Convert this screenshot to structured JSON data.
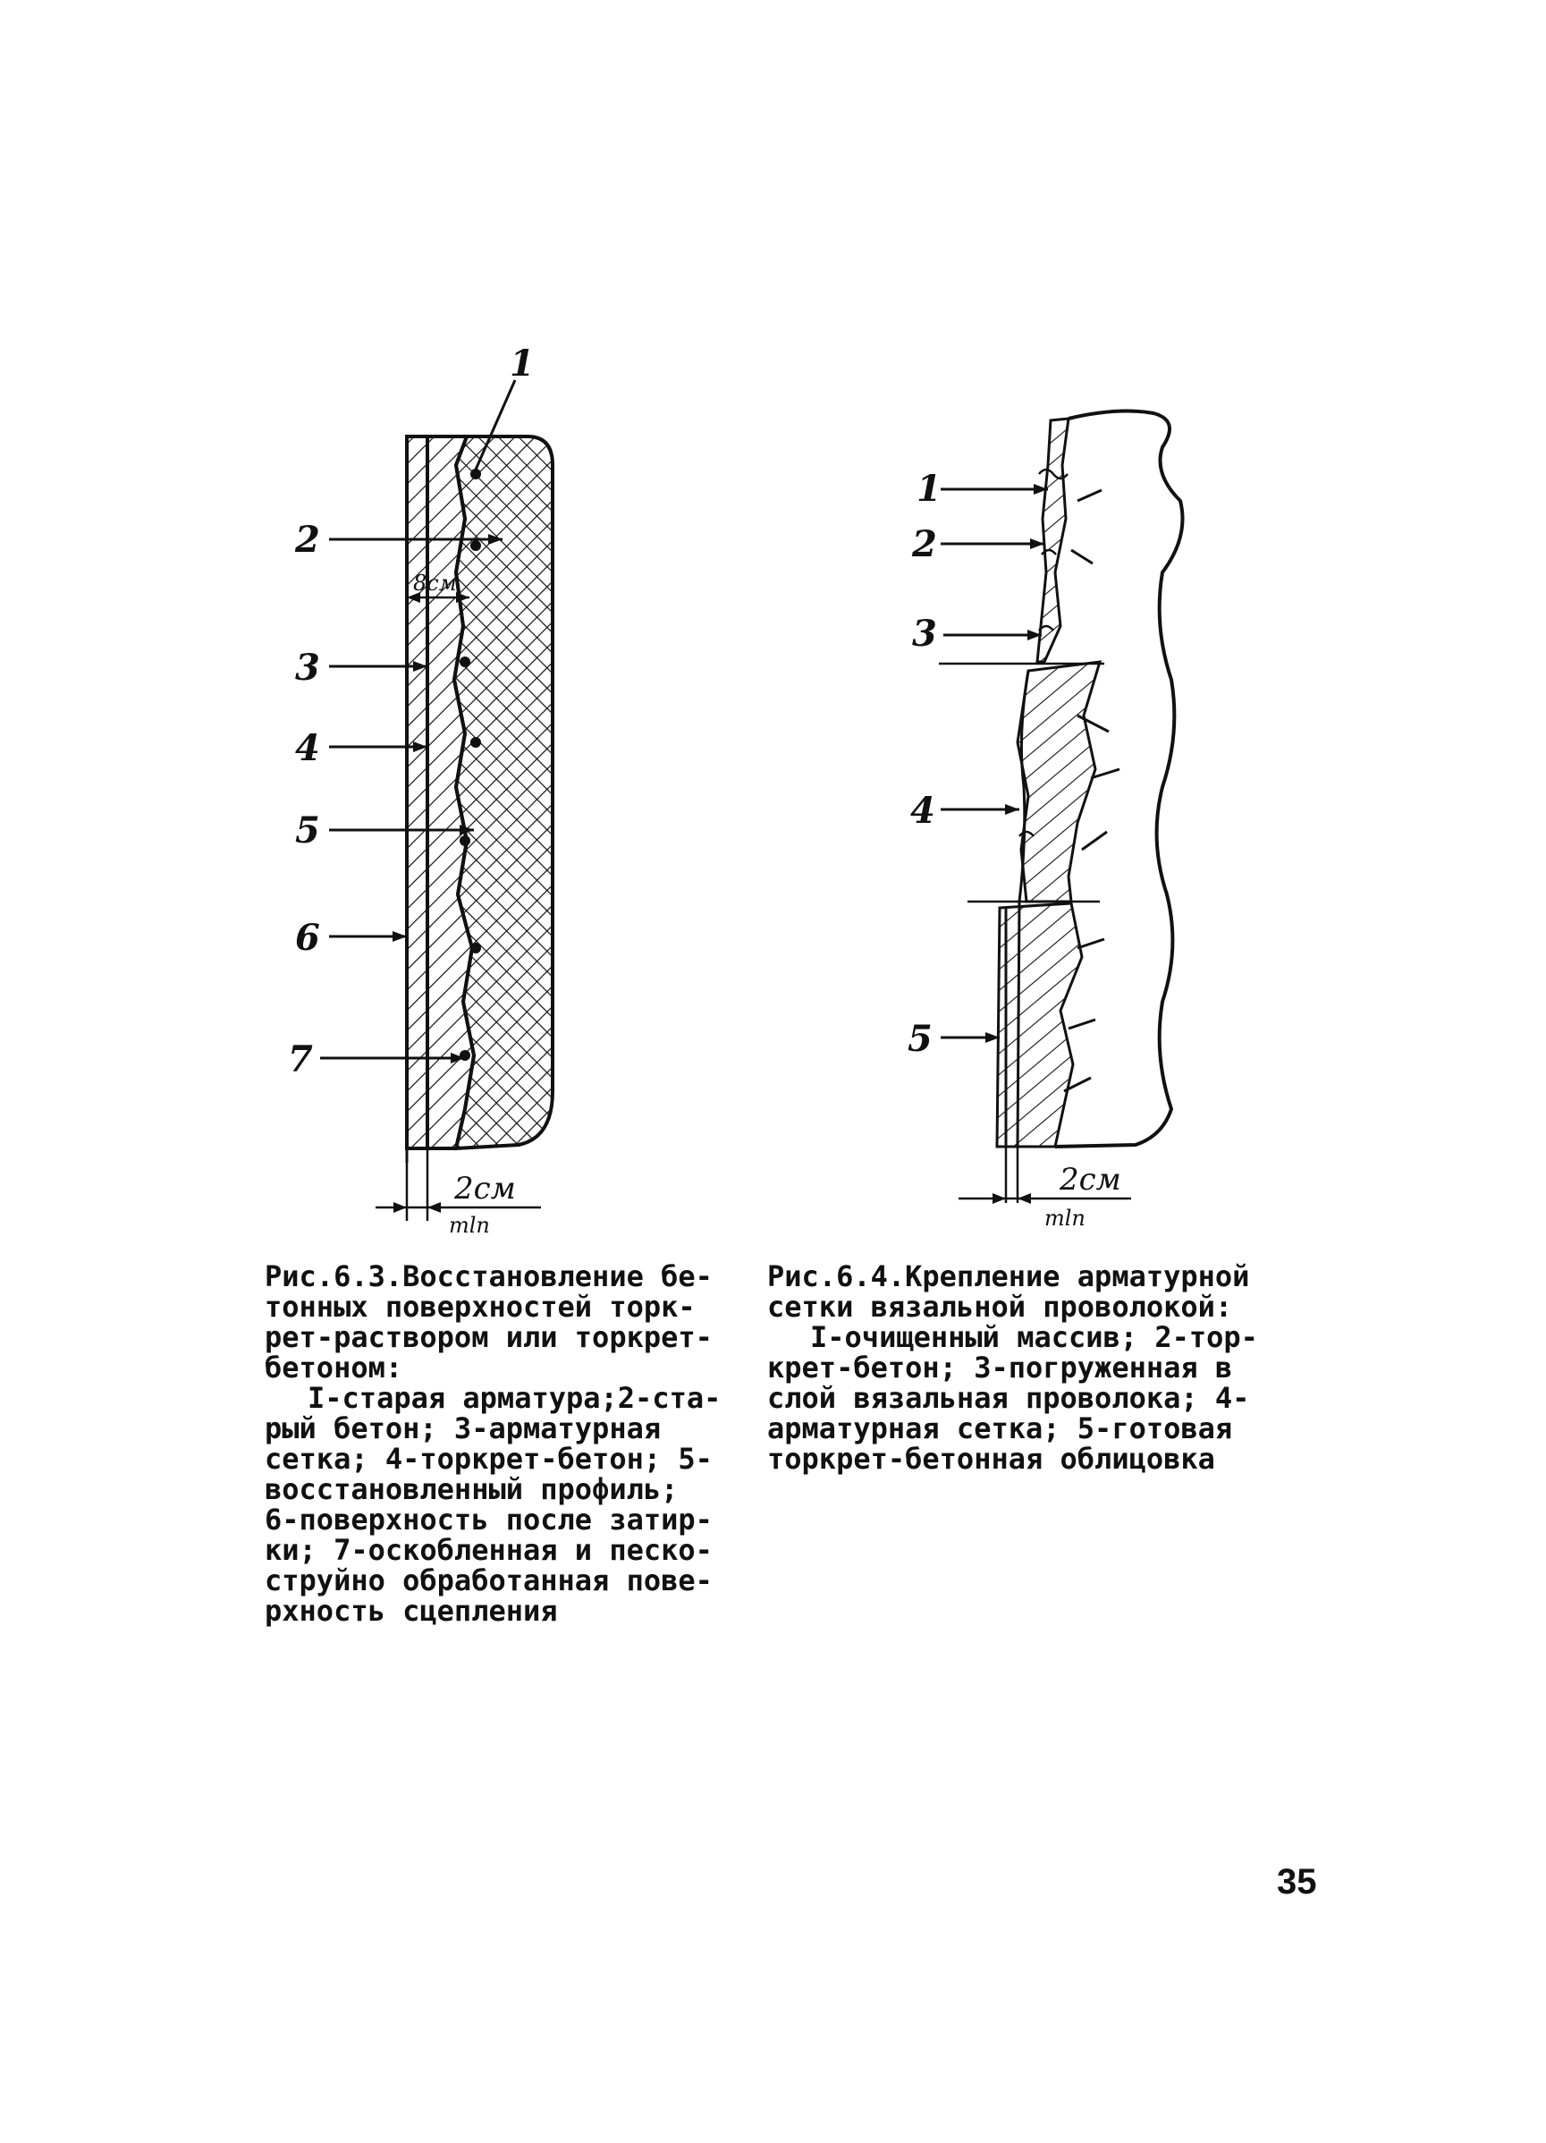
{
  "figure_left": {
    "callouts": [
      "1",
      "2",
      "3",
      "4",
      "5",
      "6",
      "7"
    ],
    "thickness_label": "8см",
    "dimension_label": "2см",
    "scale_label": "mln"
  },
  "figure_right": {
    "callouts": [
      "1",
      "2",
      "3",
      "4",
      "5"
    ],
    "dimension_label": "2см",
    "scale_label": "mln"
  },
  "caption_left": {
    "title": "Рис.6.3.Восстановление бе-\nтонных поверхностей торк-\nрет-раствором или торкрет-\nбетоном:",
    "body": "I-старая арматура;2-ста-\nрый бетон; 3-арматурная\nсетка; 4-торкрет-бетон; 5-\nвосстановленный профиль;\n6-поверхность после затир-\nки; 7-оскобленная и песко-\nструйно обработанная пове-\nрхность сцепления"
  },
  "caption_right": {
    "title": "Рис.6.4.Крепление арматурной\nсетки вязальной проволокой:",
    "body": "I-очищенный массив; 2-тор-\nкрет-бетон; 3-погруженная в\nслой вязальная проволока; 4-\nарматурная сетка; 5-готовая\nторкрет-бетонная облицовка"
  },
  "page_number": "35"
}
